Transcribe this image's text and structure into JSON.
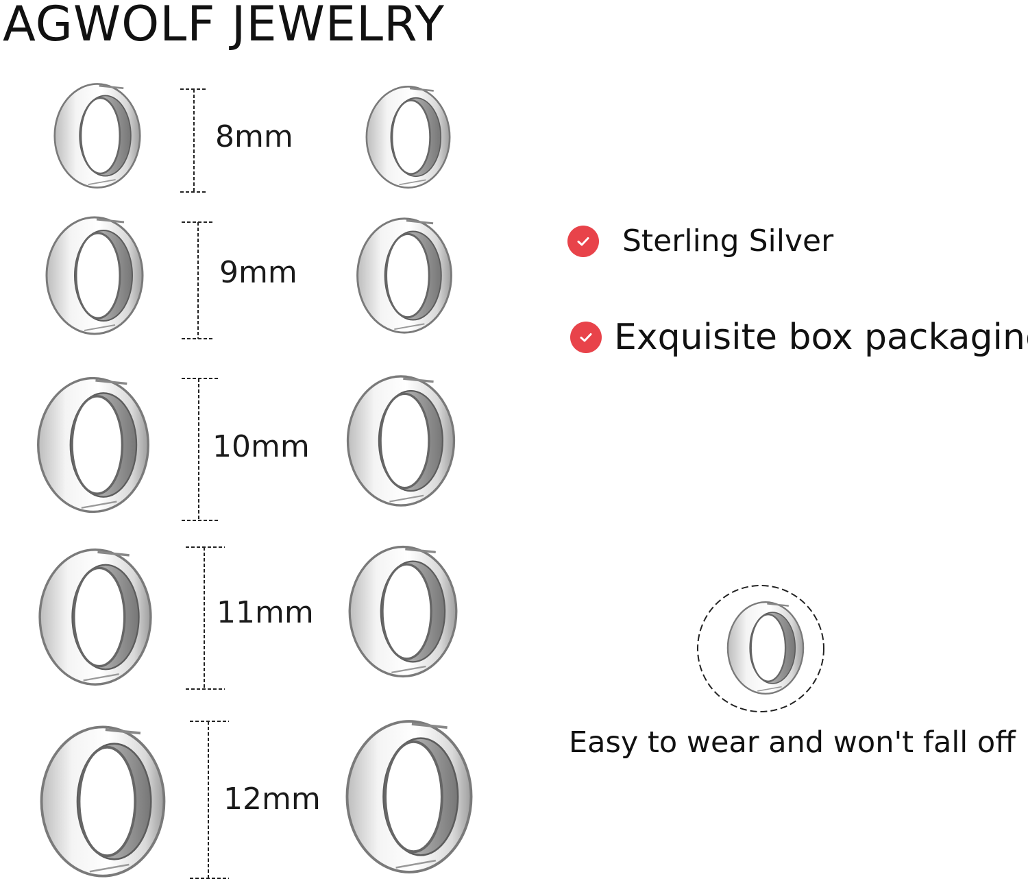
{
  "brand": "AGWOLF JEWELRY",
  "sizes": [
    {
      "label": "8mm"
    },
    {
      "label": "9mm"
    },
    {
      "label": "10mm"
    },
    {
      "label": "11mm"
    },
    {
      "label": "12mm"
    }
  ],
  "features": [
    {
      "text": "Sterling Silver",
      "icon": "check-icon"
    },
    {
      "text": "Exquisite box packaging",
      "icon": "check-icon"
    }
  ],
  "caption": "Easy to wear and won't fall off",
  "colors": {
    "accent": "#e8434a",
    "silver_light": "#f2f2f2",
    "silver_dark": "#8a8a8a"
  }
}
